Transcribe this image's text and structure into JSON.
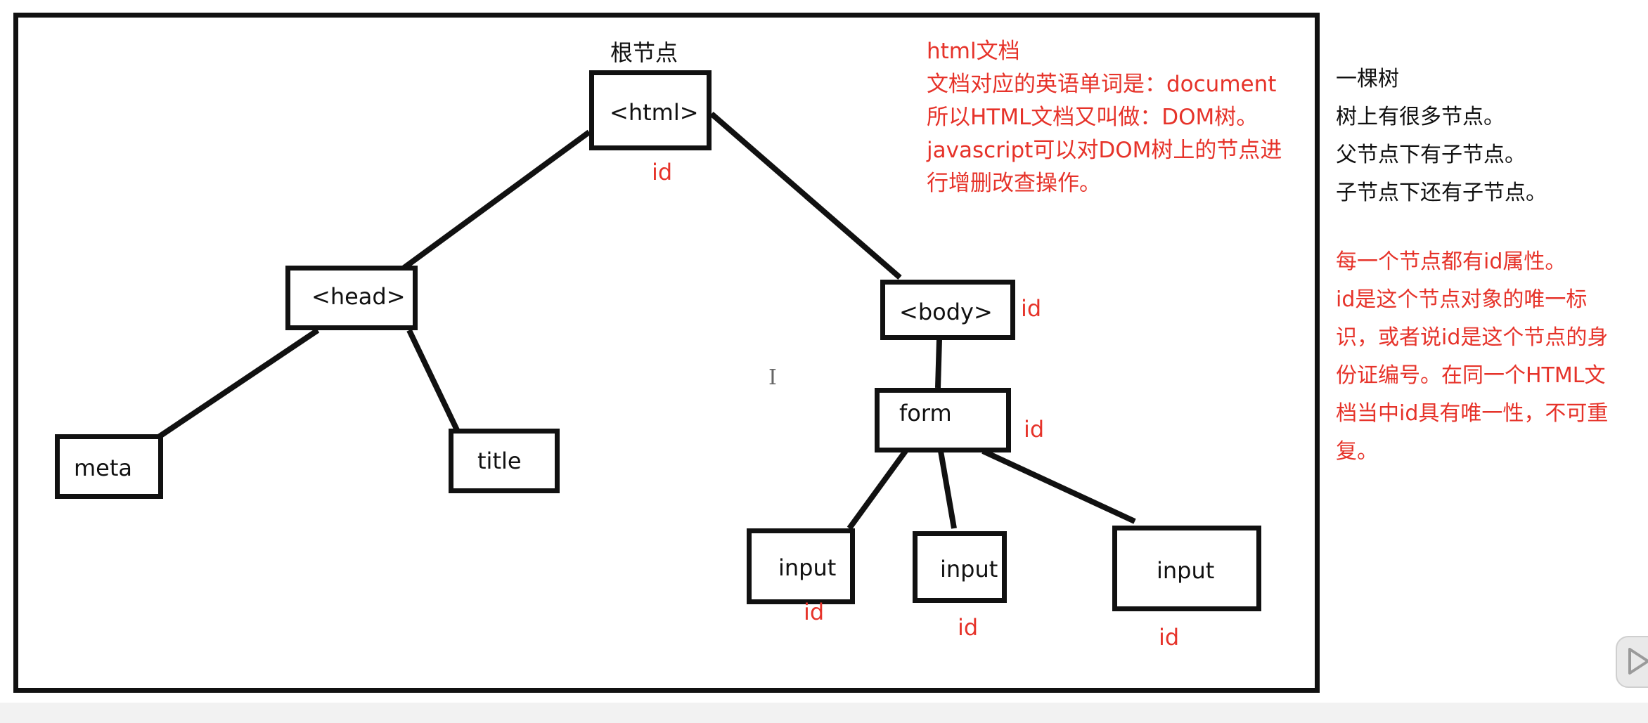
{
  "diagram": {
    "root_caption": "根节点",
    "nodes": {
      "html": "<html>",
      "head": "<head>",
      "body": "<body>",
      "meta": "meta",
      "title": "title",
      "form": "form",
      "input1": "input",
      "input2": "input",
      "input3": "input"
    },
    "id_label": "id",
    "edges": [
      [
        "html",
        "head"
      ],
      [
        "html",
        "body"
      ],
      [
        "head",
        "meta"
      ],
      [
        "head",
        "title"
      ],
      [
        "body",
        "form"
      ],
      [
        "form",
        "input1"
      ],
      [
        "form",
        "input2"
      ],
      [
        "form",
        "input3"
      ]
    ]
  },
  "notes": {
    "html_document": [
      "html文档",
      "文档对应的英语单词是：document",
      "所以HTML文档又叫做：DOM树。",
      "javascript可以对DOM树上的节点进",
      "行增删改查操作。"
    ]
  },
  "sidebar": {
    "tree_lines": [
      "一棵树",
      "树上有很多节点。",
      "父节点下有子节点。",
      "子节点下还有子节点。"
    ],
    "id_lines": [
      "每一个节点都有id属性。",
      "id是这个节点对象的唯一标",
      "识，或者说id是这个节点的身",
      "份证编号。在同一个HTML文",
      "档当中id具有唯一性，不可重",
      "复。"
    ]
  },
  "colors": {
    "ink": "#111111",
    "annotation_red": "#e6332a"
  },
  "icons": {
    "cursor": "text-cursor-icon",
    "player": "play-button-icon"
  }
}
